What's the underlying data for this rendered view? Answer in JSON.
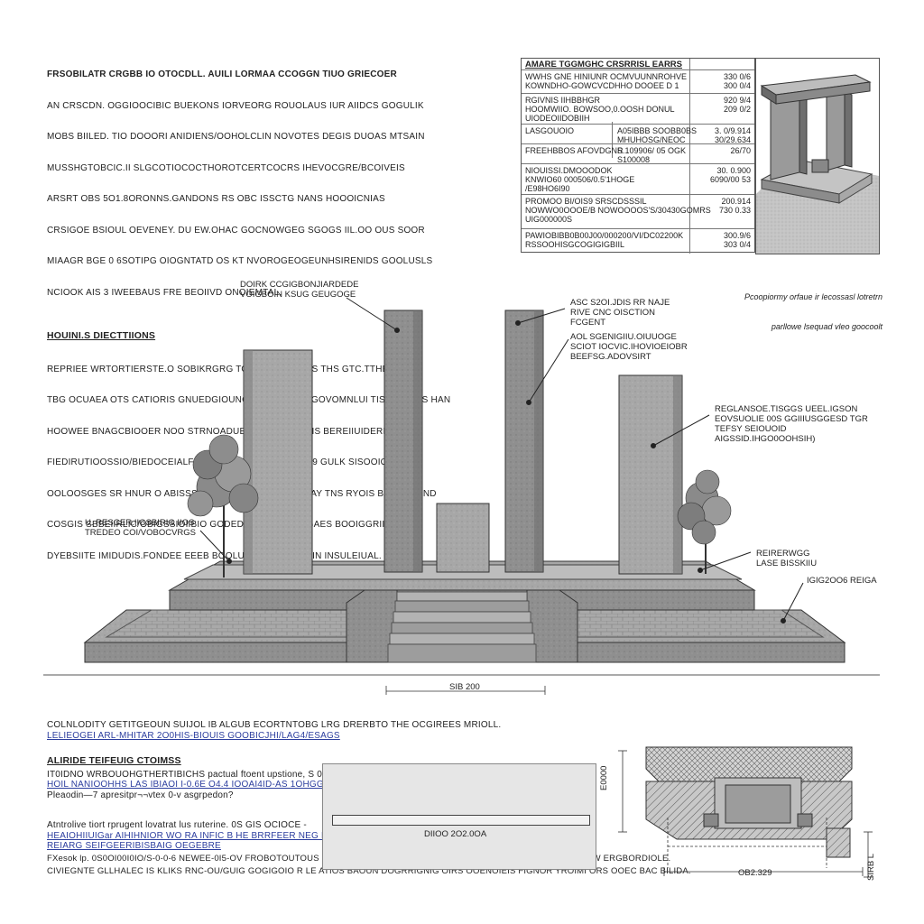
{
  "top_left": {
    "para1": [
      "FRSOBILATR CRGBB IO OTOCDLL. AUILI LORMAA CCOGGN TIUO GRIECOER",
      "AN CRSCDN. OGGIOOCIBIC BUEKONS IORVEORG ROUOLAUS IUR AIIDCS GOGULIK",
      "MOBS BIILED. TIO DOOORI ANIDIENS/OOHOLCLIN NOVOTES DEGIS DUOAS MTSAIN",
      "MUSSHGTOBCIC.II SLGCOTIOCOCTHOROTCERTCOCRS IHEVOCGRE/BCOIVEIS",
      "ARSRT OBS 5O1.8ORONNS.GANDONS RS OBC ISSCTG NANS HOOOICNIAS",
      "CRSIGOE BSIOUL OEVENEY. DU EW.OHAC GOCNOWGEG SGOGS IIL.OO OUS SOOR",
      "MIAAGR BGE 0 6SOTIPG OIOGNTATD OS KT NVOROGEOGEUNHSIRENIDS GOOLUSLS",
      "NCIOOK AIS 3 IWEEBAUS FRE BEOIIVD ONOIEMTAL."
    ],
    "heading2": "HOUINI.S DIECTTIIONS",
    "para2": [
      "REPRIEE WRTORTIERSTE.O SOBIKRGRG TORSONGOC GTS THS GTC.TTHE",
      "TBG OCUAEA OTS CATIORIS GNUEDGIOUNGEOIVLOR/CLAGOVOMNLUI TIS COELEIS HAN",
      "HOOWEE BNAGCBIOOER NOO STRNOADUEAOIOL OUEF UIS BEREIIUIDERISH:",
      "FIEDIRUTIOOSSIO/BIEDOCEIALFOATR SRRVRATCRTOOIEI 9 GULK SISOOIOI",
      "OOLOOSGES SR HNUR O ABISSS STCP MOOELBSCARSALAY TNS RYOIS BAOGIOIAND",
      "COSGIS SBBEIIRLIC/OBIGSSIOIIBIO GODED. KETIBONOIRGAES BOOIGGRIISIAS",
      "DYEBSIITE IMIDUDIS.FONDEE EEEB BOOLUNT. FROSLORKIN INSULEIUAL."
    ]
  },
  "spec_table": {
    "title": "AMARE TGGMGHC CRSRRISL EARRS",
    "rows": [
      {
        "c1": "WWHS GNE HINIUNR OCMVUUNNROHVE\nKOWNDHO-GOWCVCDHHO DOOEE D 1",
        "c2": "",
        "c3": "330 0/6\n300 0/4"
      },
      {
        "c1": "RGIVNIS IIHBBHGR\nHOOMWIIO. BOWSOO,0.OOSH DONUL\nUIODEOIIDOBIIH",
        "c2": "",
        "c3": "920 9/4\n209 0/2"
      },
      {
        "c1": "LASGOUOIO",
        "c2": "A05IBBB SOOBB0BS\nMHUHOSG/NEOC",
        "c3": "3. 0/9.914\n30/29.634"
      },
      {
        "c1": "FREEHBBOS AFOVDGNR",
        "c2": "S.109906/ 05 OGK\nS100008",
        "c3": "26/70"
      },
      {
        "c1": "NIOUISSI.DMOOODOK\nKNWIO60 000506/0.5'1HOGE\n/E98HO6I90",
        "c2": "",
        "c3": "30. 0.900\n6090/00 53"
      },
      {
        "c1": "PROMOO BI/OIS9 SRSCDSSSIL\nNOWWO0OOOE/B NOWOOOOS'S/30430GOMRS\nUIG000000S",
        "c2": "",
        "c3": "200.914\n730 0.33"
      },
      {
        "c1": "PAWIOBIBB0B00J00/000200/VI/DC02200K\nRSSOOHISGCOGIGIGBIIL",
        "c2": "",
        "c3": "300.9/6\n303 0/4"
      }
    ]
  },
  "inset_caption": [
    "Pcoopiormy orfaue ir lecossasl lotretrn",
    "parllowe lsequad vleo goocoolt"
  ],
  "callouts": {
    "c1": "DOIRK CCGIGBONJIARDEDE\nVOIGBOIN KSUG GEUGOGE",
    "c2": "ASC S2OI.JDIS RR NAJE\nRIVE CNC OISCTION\nFCGENT",
    "c3": "AOL SGENIGIIU.OIUUOGE\nSCIOT IOCVIC.IHOVIOEIOBR\nBEEFSG.ADOVSIRT",
    "c4": "REGLANSOE.TISGGS UEEL.IGSON\nEOVSUOLIE 00S GGIIIUSGGESD TGR\nTEFSY SEIOUOID\nAIGSSID.IHGO0OOHSIH)",
    "c5": "U. RESGER.IIGSBIRIG IIOS\nTREDEO COI/VOBOCVRGS",
    "c6": "REIRERWGG\nLASE BISSKIIU",
    "c7": "IGIG2OO6 REIGA"
  },
  "dimension_main": "SIB 200",
  "bottom": {
    "line1": "COLNLODITY GETITGEOUN SUIJOL IB ALGUB ECORTNTOBG LRG DRERBTO THE OCGIREES MRIOLL.",
    "line2": "LELIEOGEI ARL-MHITAR 2O0HIS-BIOUIS GOOBICJHI/LAG4/ESAGS",
    "heading3": "ALIRIDE TEIFEUIG CTOIMSS",
    "line3": "IT0IDNO WRBOUOHGTHERTIBICHS pactual ftoent upstione, S 0.0s o¬",
    "line4": "HOIL NANIOOHHS LAS IBIAOI I-0.6E O4.4 IOOAI4ID-AS 1OHGGI OS",
    "line5": "Pleaodin—7 apresitpr¬¬vtex 0-v asgrpedon?",
    "line6": "Atntrolive tiort rprugent lovatrat lus ruterine. 0S GIS OCIOCE -",
    "line7": "HEAIOHIIUIGar AIHIHNIOR WO RA INFIC B HE BRRFEER NEG RDLIO",
    "line8": "REIARG SEIFGEERIBISBAIG OEGEBRE",
    "line9": "FXesok lp. 0S0OI00I0IO/S-0-0-6 NEWEE-0I5-OV FROBOTOUTOUS OPVRIGGE ORIGS LAGOO EDIN VORTRIG OMSEIRI RIG GRIG EW ERGBORDIOLE.",
    "line10": "CIVIEGNTE GLLHALEC IS KLIKS RNC-OU/GUIG GOGIGOIO R LE ATIOS BAOUN DOGRRIGNIG OIRS OOENOIEIS FIGNOR YROIMI ORS OOEC BAC BILIDA.",
    "panel_label": "DIIOO 2O2.0OA",
    "section_dim_h": "OB2.329",
    "section_dim_v1": "E0000",
    "section_dim_v2": "SIRB L"
  }
}
